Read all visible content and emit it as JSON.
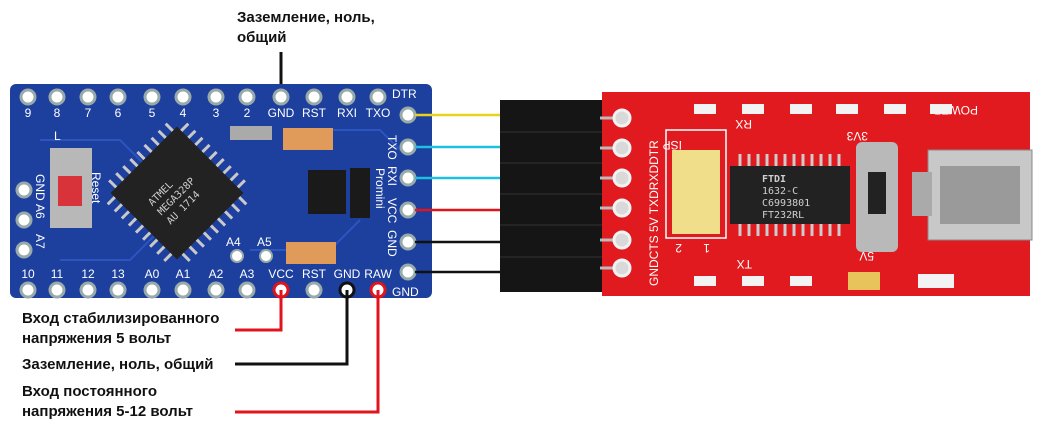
{
  "annotations": {
    "top_ground": [
      "Заземление, ноль,",
      "общий"
    ],
    "vcc_input": [
      "Вход стабилизированного",
      "напряжения 5 вольт"
    ],
    "ground": [
      "Заземление, ноль, общий"
    ],
    "raw_input": [
      "Вход постоянного",
      "напряжения 5-12 вольт"
    ]
  },
  "arduino": {
    "top_pins": [
      "9",
      "8",
      "7",
      "6",
      "5",
      "4",
      "3",
      "2",
      "GND",
      "RST",
      "RXI",
      "TXO"
    ],
    "bottom_pins": [
      "10",
      "11",
      "12",
      "13",
      "A0",
      "A1",
      "A2",
      "A3",
      "VCC",
      "RST",
      "GND",
      "RAW"
    ],
    "right_pins": [
      "DTR",
      "TXO",
      "RXI",
      "VCC",
      "GND",
      "GND"
    ],
    "left_pins": [
      "GND",
      "A6",
      "A7"
    ],
    "inner_labels": [
      "A4",
      "A5"
    ],
    "reset_label": "Reset",
    "led_label": "L",
    "board_name": "Promini",
    "chip_text": [
      "ATMEL",
      "MEGA328P",
      "AU 1714"
    ],
    "board_color": "#1d3f9e"
  },
  "ftdi": {
    "header_labels": "GNDCTS 5V TXDRXDDTR",
    "isp_label": "ISP",
    "jumper_labels": [
      "2",
      "1"
    ],
    "rx_label": "RX",
    "tx_label": "TX",
    "power_label": "POWER",
    "switch_labels": [
      "3V3",
      "5V"
    ],
    "chip_text": [
      "FTDI",
      "1632-C",
      "C6993801",
      "FT232RL"
    ],
    "board_color": "#e01a1f"
  },
  "wire_colors": {
    "dtr": "#e8d21a",
    "txo": "#1ec0e0",
    "rxi": "#1ec0e0",
    "vcc": "#e0141c",
    "gnd": "#111111"
  }
}
